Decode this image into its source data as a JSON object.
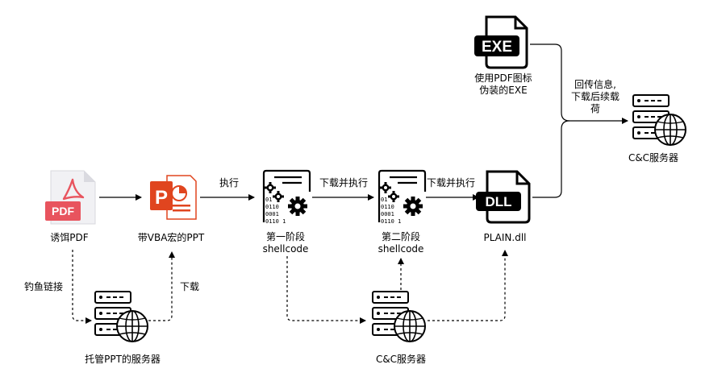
{
  "nodes": {
    "pdf": {
      "label": "诱饵PDF",
      "badge": "PDF"
    },
    "ppt": {
      "label": "带VBA宏的PPT",
      "badge": "P"
    },
    "stage1": {
      "label_line1": "第一阶段",
      "label_line2": "shellcode",
      "bits": [
        "01",
        "0110",
        "0001",
        "0110 1"
      ]
    },
    "stage2": {
      "label_line1": "第二阶段",
      "label_line2": "shellcode",
      "bits": [
        "01",
        "0110",
        "0001",
        "0110 1"
      ]
    },
    "dll": {
      "label": "PLAIN.dll",
      "badge": "DLL"
    },
    "exe": {
      "label_line1": "使用PDF图标",
      "label_line2": "伪装的EXE",
      "badge": "EXE"
    },
    "server_ppt": {
      "label": "托管PPT的服务器"
    },
    "server_cc_bottom": {
      "label": "C&C服务器"
    },
    "server_cc_top": {
      "label": "C&C服务器"
    }
  },
  "edges": {
    "ppt_to_stage1": "执行",
    "stage1_to_stage2": "下载并执行",
    "stage2_to_dll": "下载并执行",
    "phishing_link": "钓鱼链接",
    "download": "下载",
    "callback_line1": "回传信息,",
    "callback_line2": "下载后续载",
    "callback_line3": "荷"
  },
  "colors": {
    "pdf_red": "#E8545E",
    "ppt_orange": "#E0451F",
    "line": "#000000"
  }
}
